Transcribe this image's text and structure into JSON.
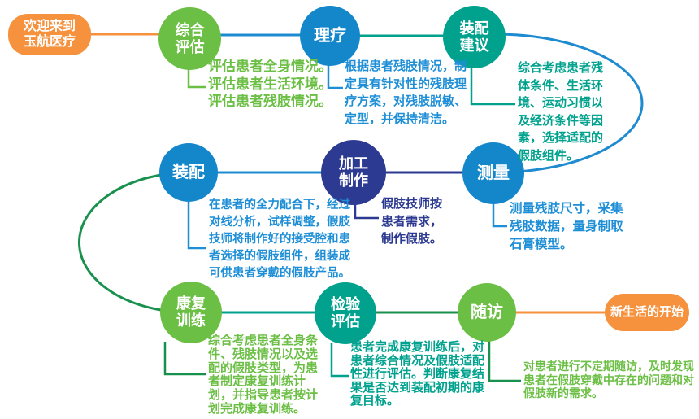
{
  "palette": {
    "orange": "#F6913D",
    "green_node": "#6CBF45",
    "blue_node": "#1487CB",
    "teal_node": "#00A28E",
    "navy_node": "#2C3A91",
    "line_blue": "#1E8BD1",
    "line_green_dark": "#18914E"
  },
  "start_node": {
    "label": "欢迎来到\n玉航医疗"
  },
  "end_node": {
    "label": "新生活的开始"
  },
  "steps": [
    {
      "label": "综合\n评估",
      "desc": "评估患者全身情况。\n评估患者生活环境。\n评估患者残肢情况。"
    },
    {
      "label": "理疗",
      "desc": "根据患者残肢情况，制\n定具有针对性的残肢理\n疗方案，对残肢脱敏、\n定型，并保持清洁。"
    },
    {
      "label": "装配\n建议",
      "desc": "综合考虑患者残\n体条件、生活环\n境、运动习惯以\n及经济条件等因\n素，选择适配的\n假肢组件。"
    },
    {
      "label": "测量",
      "desc": "测量残肢尺寸，采集\n残肢数据，量身制取\n石膏模型。"
    },
    {
      "label": "加工\n制作",
      "desc": "假肢技师按\n患者需求，\n制作假肢。"
    },
    {
      "label": "装配",
      "desc": "在患者的全力配合下，经过\n对线分析，试样调整，假肢\n技师将制作好的接受腔和患\n者选择的假肢组件，组装成\n可供患者穿戴的假肢产品。"
    },
    {
      "label": "康复\n训练",
      "desc": "综合考虑患者全身条\n件、残肢情况以及选\n配的假肢类型，为患\n者制定康复训练计\n划，并指导患者按计\n划完成康复训练。"
    },
    {
      "label": "检验\n评估",
      "desc": "患者完成康复训练后，对\n患者综合情况及假肢适配\n性进行评估。判断康复结\n果是否达到装配初期的康\n复目标。"
    },
    {
      "label": "随访",
      "desc": "对患者进行不定期随访，及时发现\n患者在假肢穿戴中存在的问题和对\n假肢新的需求。"
    }
  ]
}
